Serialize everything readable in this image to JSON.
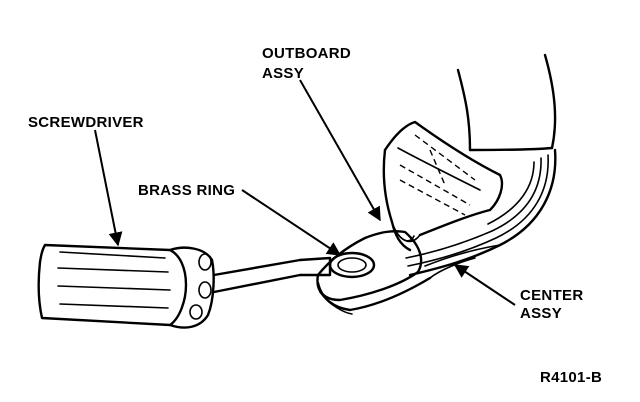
{
  "labels": {
    "outboard_line1": "OUTBOARD",
    "outboard_line2": "ASSY",
    "screwdriver": "SCREWDRIVER",
    "brass_ring": "BRASS RING",
    "center_line1": "CENTER",
    "center_line2": "ASSY",
    "figure_id": "R4101-B"
  }
}
